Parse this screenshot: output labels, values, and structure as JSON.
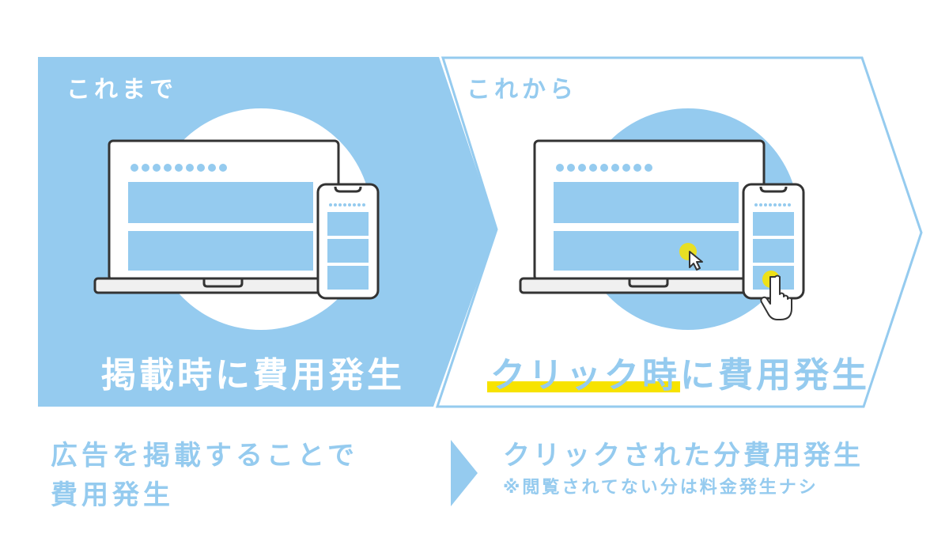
{
  "before": {
    "label": "これまで",
    "title": "掲載時に費用発生",
    "caption_line1": "広告を掲載することで",
    "caption_line2": "費用発生"
  },
  "after": {
    "label": "これから",
    "title": "クリック時に費用発生",
    "caption": "クリックされた分費用発生",
    "note": "※閲覧されてない分は料金発生ナシ"
  },
  "colors": {
    "light_blue": "#95cbef",
    "white": "#ffffff",
    "highlight_yellow": "#f7e300",
    "outline": "#333333",
    "laptop_base": "#f0f0f0"
  },
  "icons": [
    "laptop-icon",
    "smartphone-icon",
    "mouse-cursor-icon",
    "tap-hand-icon",
    "arrow-right-icon"
  ]
}
